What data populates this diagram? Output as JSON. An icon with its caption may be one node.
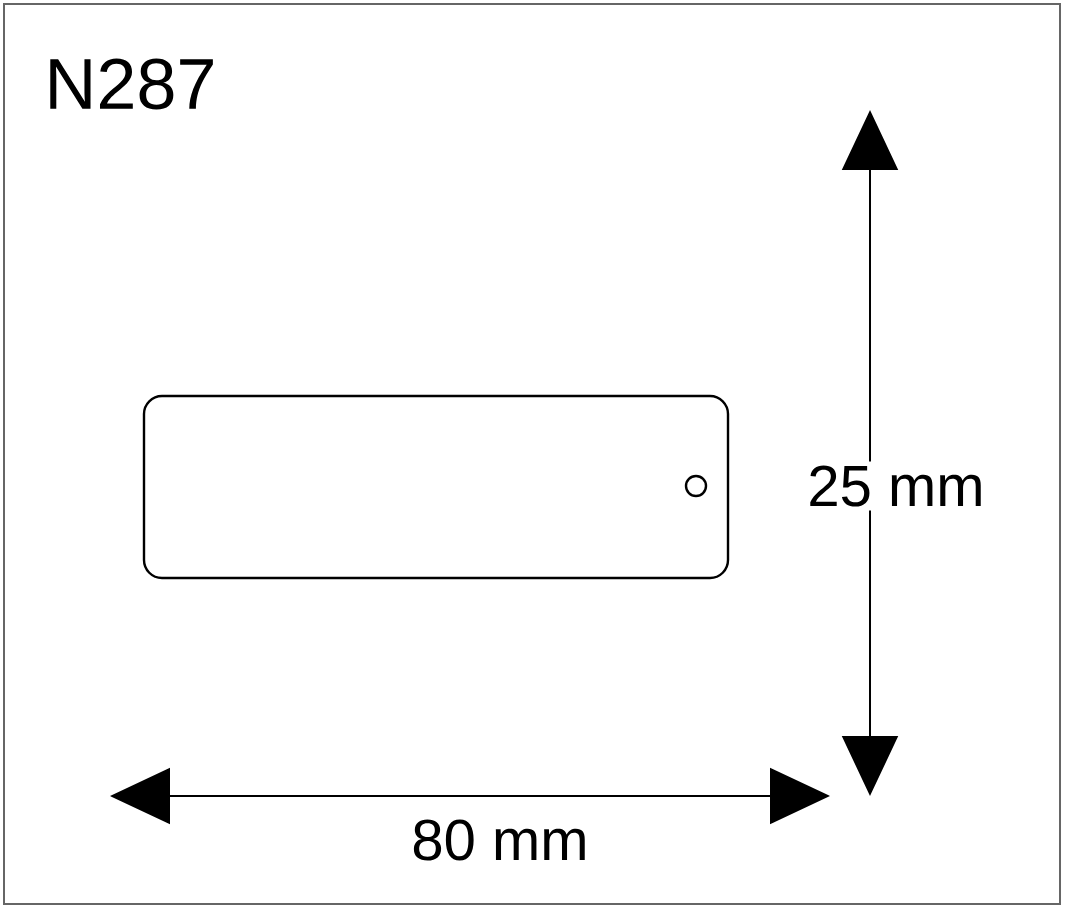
{
  "diagram": {
    "labels": [
      "N287",
      "25 mm",
      "80 mm"
    ]
  }
}
